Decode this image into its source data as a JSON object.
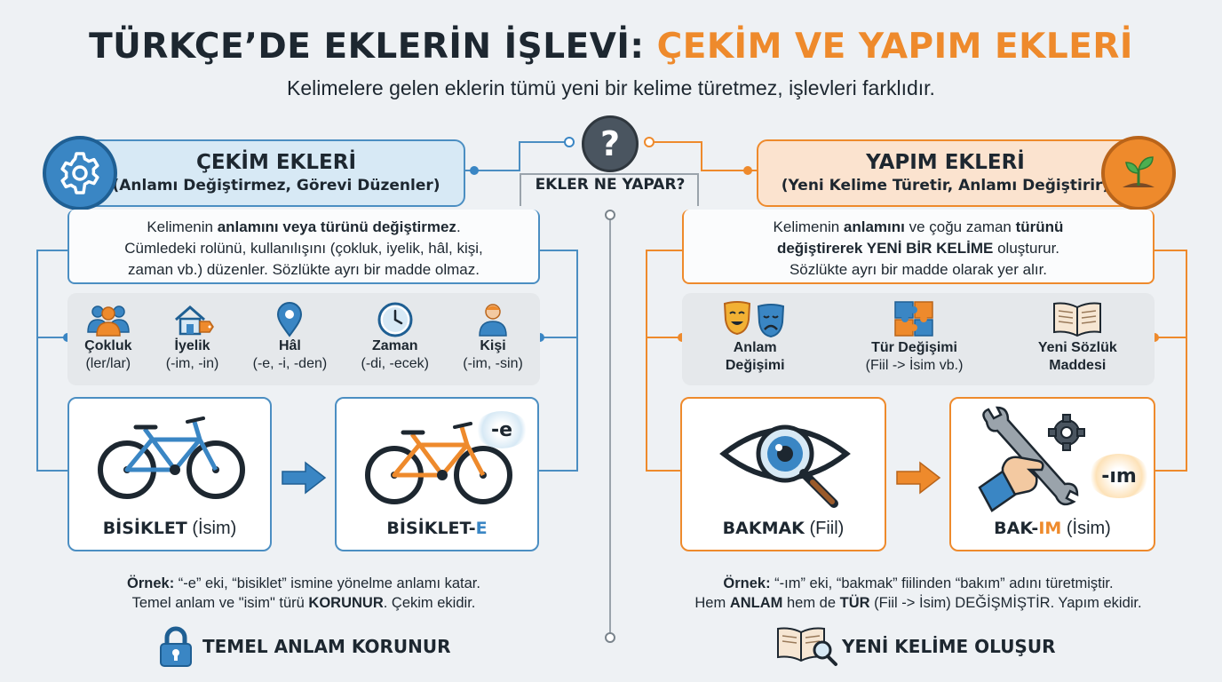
{
  "header": {
    "title_main": "TÜRKÇE’DE EKLERİN İŞLEVİ:",
    "title_accent": "ÇEKİM VE YAPIM EKLERİ",
    "subtitle": "Kelimelere gelen eklerin tümü yeni bir kelime türetmez, işlevleri farklıdır."
  },
  "center": {
    "question_mark": "?",
    "label": "EKLER NE YAPAR?"
  },
  "cekim": {
    "title": "ÇEKİM EKLERİ",
    "subtitle": "(Anlamı Değiştirmez, Görevi Düzenler)",
    "desc_pre": "Kelimenin ",
    "desc_bold": "anlamını veya türünü değiştirmez",
    "desc_post": ".",
    "desc_line2": "Cümledeki rolünü, kullanılışını (çokluk, iyelik, hâl, kişi,",
    "desc_line3": "zaman vb.) düzenler. Sözlükte ayrı bir madde olmaz.",
    "items": [
      {
        "label": "Çokluk",
        "sub": "(ler/lar)",
        "icon": "people-icon"
      },
      {
        "label": "İyelik",
        "sub": "(-im, -in)",
        "icon": "house-tag-icon"
      },
      {
        "label": "Hâl",
        "sub": "(-e, -i, -den)",
        "icon": "location-pin-icon"
      },
      {
        "label": "Zaman",
        "sub": "(-di, -ecek)",
        "icon": "clock-icon"
      },
      {
        "label": "Kişi",
        "sub": "(-im, -sin)",
        "icon": "person-icon"
      }
    ],
    "example_before_word": "BİSİKLET",
    "example_before_type": "(İsim)",
    "example_after_stem": "BİSİKLET-",
    "example_after_suffix": "E",
    "suffix_tag": "-e",
    "note_bold1": "Örnek:",
    "note_text1": " “-e” eki, “bisiklet” ismine yönelme anlamı katar.",
    "note_text2a": "Temel anlam ve \"isim\" türü ",
    "note_bold2": "KORUNUR",
    "note_text2b": ". Çekim ekidir.",
    "footer": "TEMEL ANLAM KORUNUR"
  },
  "yapim": {
    "title": "YAPIM EKLERİ",
    "subtitle": "(Yeni Kelime Türetir, Anlamı Değiştirir)",
    "desc_a": "Kelimenin ",
    "desc_b": "anlamını",
    "desc_c": " ve çoğu zaman ",
    "desc_d": "türünü",
    "desc_e": "değiştirerek YENİ BİR KELİME",
    "desc_f": " oluşturur.",
    "desc_line3": "Sözlükte ayrı bir madde olarak yer alır.",
    "items": [
      {
        "label1": "Anlam",
        "label2": "Değişimi",
        "icon": "theater-masks-icon"
      },
      {
        "label1": "Tür Değişimi",
        "label2": "(Fiil -> İsim vb.)",
        "icon": "puzzle-icon"
      },
      {
        "label1": "Yeni Sözlük",
        "label2": "Maddesi",
        "icon": "open-book-icon"
      }
    ],
    "example_before_word": "BAKMAK",
    "example_before_type": "(Fiil)",
    "example_after_stem": "BAK-",
    "example_after_suffix": "IM",
    "example_after_type": "(İsim)",
    "suffix_tag": "-ım",
    "note_bold1": "Örnek:",
    "note_text1": " “-ım” eki, “bakmak” fiilinden “bakım” adını türetmiştir.",
    "note_text2a": "Hem ",
    "note_bold2a": "ANLAM",
    "note_text2b": " hem de ",
    "note_bold2b": "TÜR",
    "note_text2c": " (Fiil -> İsim) DEĞİŞMİŞTİR. Yapım ekidir.",
    "footer": "YENİ KELİME OLUŞUR"
  },
  "colors": {
    "blue": "#3a86c4",
    "orange": "#ee8a2c",
    "dark": "#1d2730",
    "background": "#eef1f4"
  }
}
